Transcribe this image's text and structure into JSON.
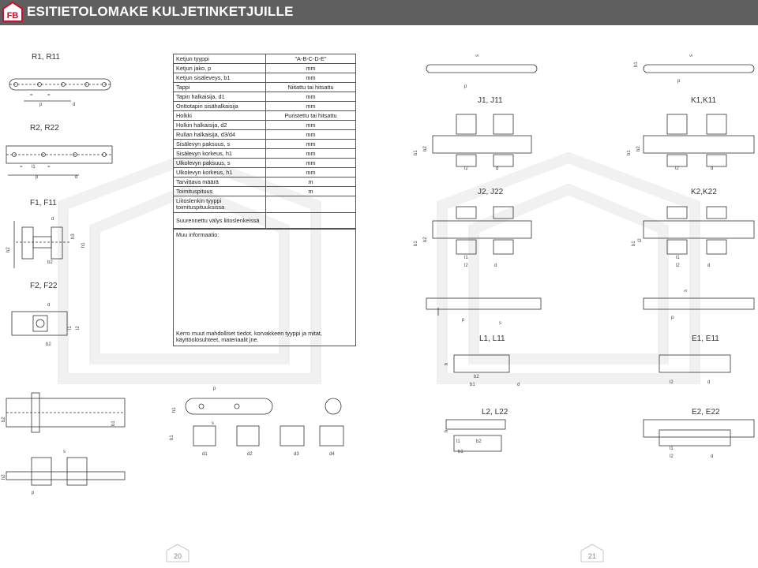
{
  "header": {
    "title": "ESITIETOLOMAKE KULJETINKETJUILLE",
    "logo_text": "FB",
    "bar_color": "#5f5f5f"
  },
  "form": {
    "rows": [
      {
        "label": "Ketjun tyyppi",
        "value": "\"A-B-C-D-E\""
      },
      {
        "label": "Ketjun jako, p",
        "value": "mm"
      },
      {
        "label": "Ketjun sisäleveys, b1",
        "value": "mm"
      },
      {
        "label": "Tappi",
        "value": "Niitattu tai hitsattu"
      },
      {
        "label": "Tapin halkaisija, d1",
        "value": "mm"
      },
      {
        "label": "Onttotapin sisähalkaisija",
        "value": "mm"
      },
      {
        "label": "Holkki",
        "value": "Puristettu tai hitsattu"
      },
      {
        "label": "Holkin halkaisija, d2",
        "value": "mm"
      },
      {
        "label": "Rullan halkaisija, d3/d4",
        "value": "mm"
      },
      {
        "label": "Sisälevyn paksuus, s",
        "value": "mm"
      },
      {
        "label": "Sisälevyn korkeus, h1",
        "value": "mm"
      },
      {
        "label": "Ulkolevyn paksuus, s",
        "value": "mm"
      },
      {
        "label": "Ulkolevyn korkeus, h1",
        "value": "mm"
      },
      {
        "label": "Tarvittava määrä",
        "value": "m"
      },
      {
        "label": "Toimituspituus",
        "value": "m"
      }
    ],
    "tall_rows": [
      {
        "label": "Liitoslenkin tyyppi toimituspituuksissa",
        "value": ""
      },
      {
        "label": "Suurennettu välys liitoslenkeissä",
        "value": ""
      }
    ],
    "other_label": "Muu informaatio:",
    "note": "Kerro muut mahdolliset tiedot, korvakkeen tyyppi ja mitat, käyttöolosuhteet, materiaalit jne."
  },
  "diagram_labels": {
    "r1": "R1, R11",
    "r2": "R2, R22",
    "f1": "F1, F11",
    "f2": "F2, F22",
    "j1": "J1, J11",
    "k1": "K1,K11",
    "j2": "J2, J22",
    "k2": "K2,K22",
    "l1": "L1, L11",
    "e1": "E1, E11",
    "l2": "L2, L22",
    "e2": "E2, E22"
  },
  "dims": {
    "p": "p",
    "d": "d",
    "s": "s",
    "h": "h",
    "h1": "h1",
    "h2": "h2",
    "h3": "h3",
    "b1": "b1",
    "b2": "b2",
    "l1": "l1",
    "l2": "l2",
    "eq": "=",
    "d1": "d1",
    "d2": "d2",
    "d3": "d3",
    "d4": "d4"
  },
  "pages": {
    "left": "20",
    "right": "21"
  }
}
